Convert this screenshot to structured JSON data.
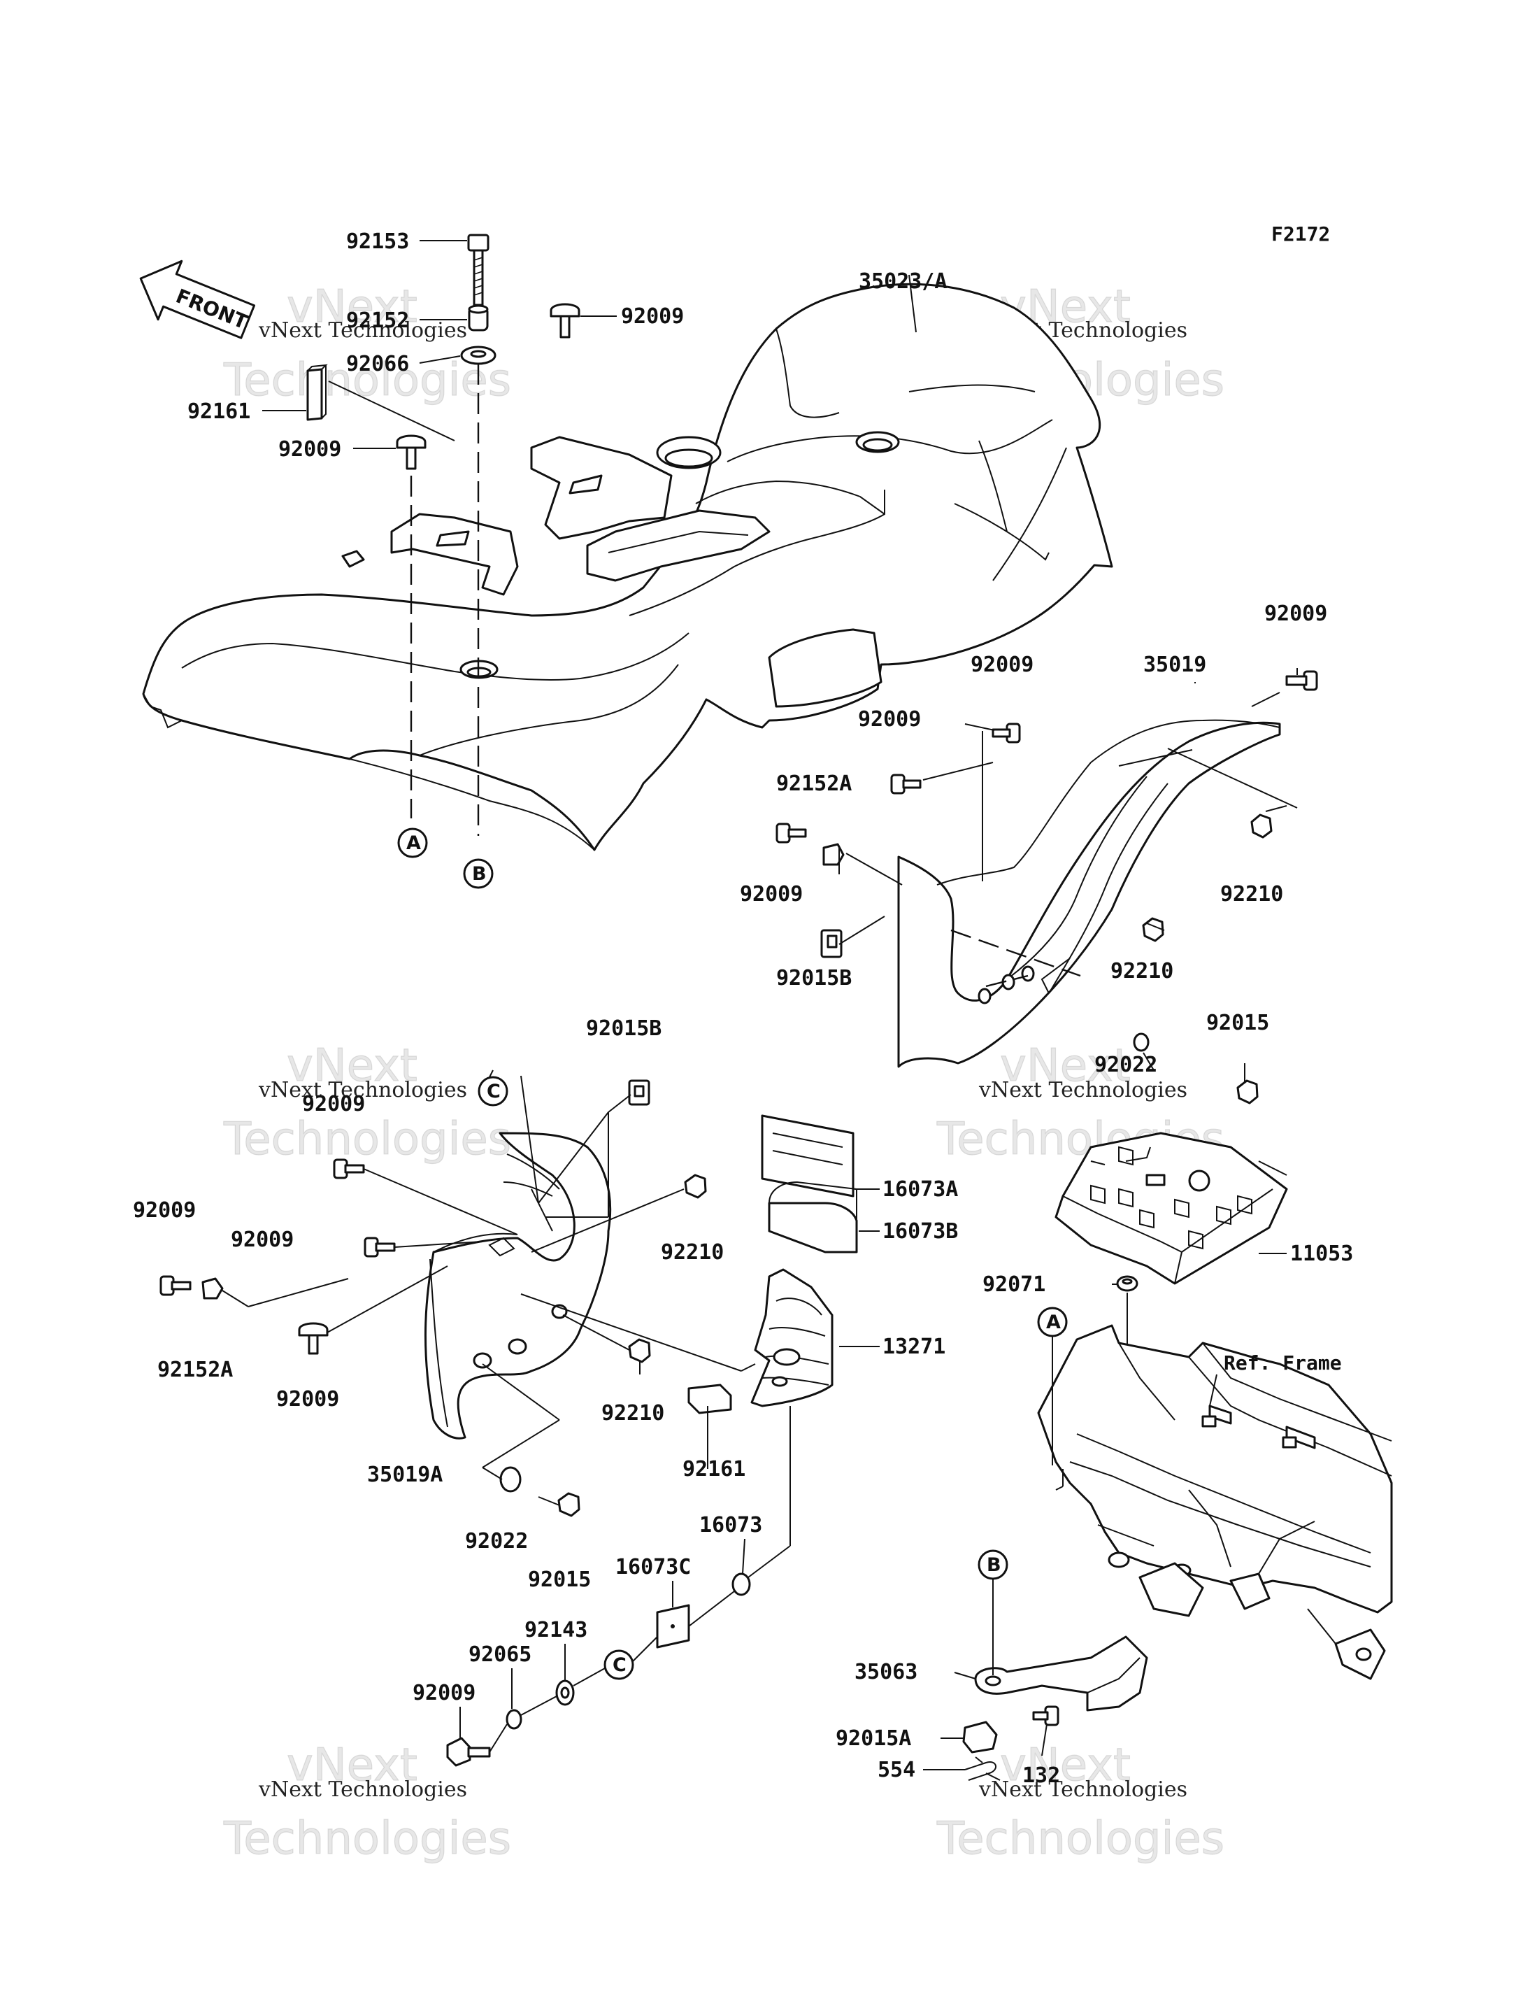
{
  "diagram_code": "F2172",
  "front_label": "FRONT",
  "watermark": {
    "line1": "vNext Technologies",
    "line2": "Technologies",
    "line2_prefix": "vNext"
  },
  "reference_label": "Ref. Frame",
  "circle_refs": [
    "A",
    "B",
    "C"
  ],
  "part_labels": [
    "92153",
    "92152",
    "92066",
    "92161",
    "92009",
    "92009",
    "35023/A",
    "92009",
    "92009",
    "35019",
    "92009",
    "92152A",
    "92009",
    "92210",
    "92015B",
    "92210",
    "92015",
    "92022",
    "92015B",
    "92009",
    "92009",
    "92009",
    "92152A",
    "92009",
    "92210",
    "92210",
    "35019A",
    "92022",
    "92015",
    "16073A",
    "16073B",
    "13271",
    "92161",
    "16073",
    "16073C",
    "92143",
    "92065",
    "92009",
    "11053",
    "92071",
    "35063",
    "92015A",
    "554",
    "132"
  ]
}
